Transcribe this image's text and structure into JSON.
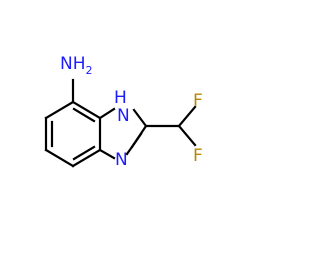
{
  "molecule": {
    "atoms": {
      "amine_n": {
        "symbol": "N",
        "hydrogens": "H",
        "hcount": "2",
        "color": "#1c1cff"
      },
      "ring_nh": {
        "symbol": "N",
        "hydrogens": "H",
        "color": "#1c1cff"
      },
      "ring_n": {
        "symbol": "N",
        "color": "#1c1cff"
      },
      "fluorine_top": {
        "symbol": "F",
        "color": "#b8860b"
      },
      "fluorine_bottom": {
        "symbol": "F",
        "color": "#b8860b"
      }
    },
    "bond_color": "#000000"
  }
}
